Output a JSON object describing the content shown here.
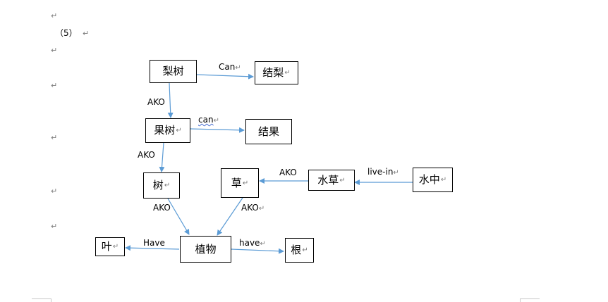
{
  "document": {
    "paragraph_mark": "↵",
    "section_label": "（5）"
  },
  "nodes": {
    "lishu": "梨树",
    "jieli": "结梨",
    "guoshu": "果树",
    "jieguo": "结果",
    "shu": "树",
    "cao": "草",
    "shuicao": "水草",
    "shuizhong": "水中",
    "ye": "叶",
    "zhiwu": "植物",
    "gen": "根"
  },
  "edges": {
    "lishu_jieli": "Can",
    "lishu_guoshu": "AKO",
    "guoshu_jieguo": "can",
    "guoshu_shu": "AKO",
    "shu_zhiwu": "AKO",
    "cao_zhiwu": "AKO",
    "shuicao_cao": "AKO",
    "shuizhong_shuicao": "live-in",
    "zhiwu_ye": "Have",
    "zhiwu_gen": "have"
  },
  "colors": {
    "arrow": "#5b9bd5",
    "node_border": "#000000",
    "paragraph_mark": "#7a7a7a"
  }
}
